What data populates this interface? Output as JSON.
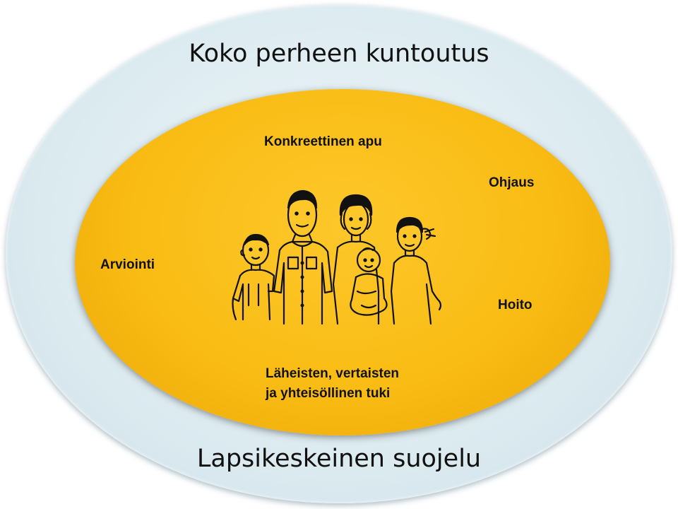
{
  "outer": {
    "title": "Koko perheen kuntoutus",
    "subtitle": "Lapsikeskeinen suojelu",
    "color": "#dcebf0"
  },
  "inner": {
    "color": "#f9bc14",
    "labels": {
      "top": "Konkreettinen apu",
      "top_right": "Ohjaus",
      "left": "Arviointi",
      "right": "Hoito",
      "bottom_line1": "Läheisten, vertaisten",
      "bottom_line2": "ja yhteisöllinen tuki"
    }
  },
  "illustration": {
    "icon": "family-drawing-icon"
  }
}
